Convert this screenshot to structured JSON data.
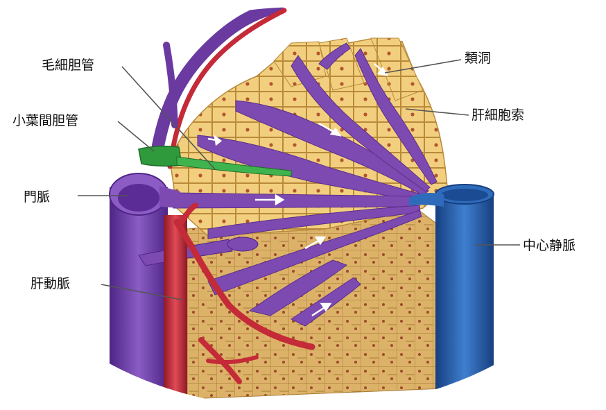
{
  "labels": {
    "bile_capillary": "毛細胆管",
    "interlobular_bile_duct": "小葉間胆管",
    "portal_vein": "門脈",
    "hepatic_artery": "肝動脈",
    "sinusoid": "類洞",
    "hepatic_cord": "肝細胞索",
    "central_vein": "中心静脈"
  },
  "colors": {
    "hepatocyte": "#f2cf7e",
    "hepatocyte_edge": "#b88a3a",
    "nucleus": "#b2552f",
    "sinusoid": "#7c4ab0",
    "portal_vein": "#6a3aa0",
    "hepatic_artery": "#c42a38",
    "bile_duct": "#2f9a3c",
    "central_vein": "#1f5aa8",
    "tissue_side": "#d8b06a",
    "leader_line": "#555555"
  }
}
